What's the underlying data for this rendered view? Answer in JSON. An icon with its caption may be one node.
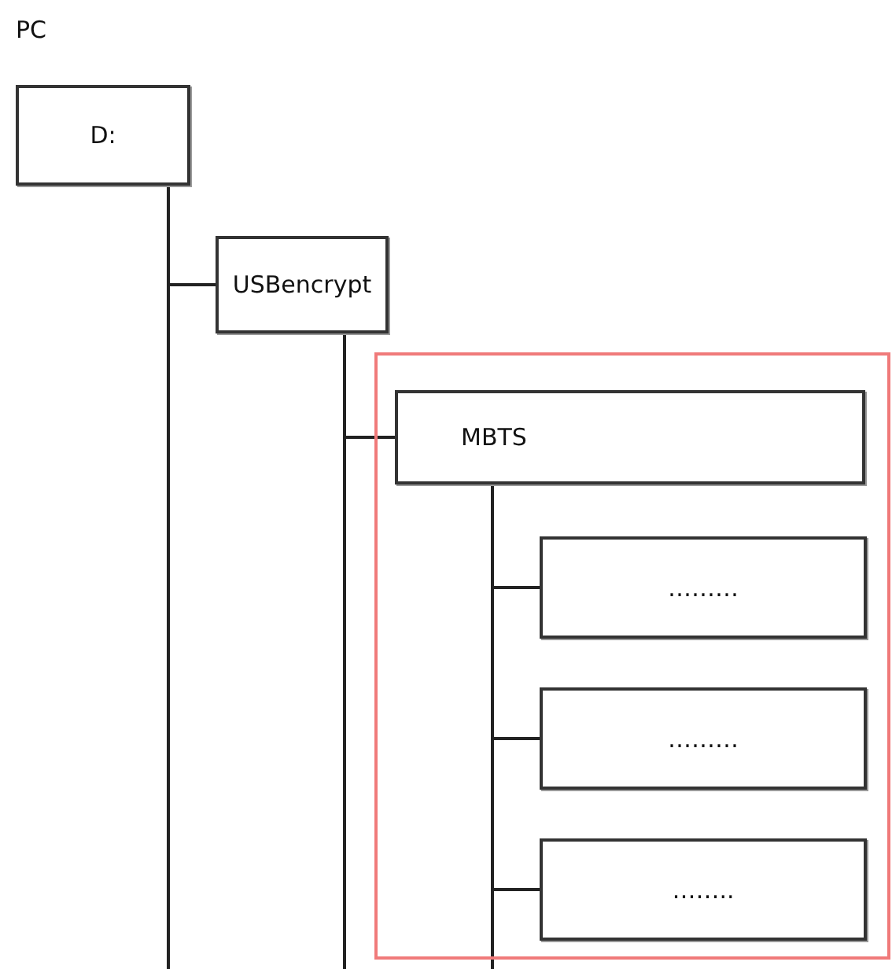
{
  "diagram": {
    "nodes": [
      {
        "text": [
          "D:"
        ]
      },
      {
        "text": [
          "USBencrypt"
        ]
      },
      {
        "text": [],
        "shape": "box"
      },
      {
        "text": [
          "MBTS"
        ],
        "in": 2
      },
      {
        "text": [
          "………"
        ],
        "in": 2
      },
      {
        "text": [
          "………"
        ],
        "in": 2
      },
      {
        "text": [
          "…….."
        ],
        "in": 2
      }
    ],
    "edges": [
      {
        "from": 0,
        "to": 1,
        "arrow": "none"
      },
      {
        "from": 1,
        "to": 3,
        "arrow": "none"
      },
      {
        "from": 3,
        "to": 4,
        "arrow": "none"
      },
      {
        "from": 3,
        "to": 5,
        "arrow": "none"
      },
      {
        "from": 3,
        "to": 6,
        "arrow": "none"
      }
    ],
    "labels": [
      "PC"
    ]
  }
}
